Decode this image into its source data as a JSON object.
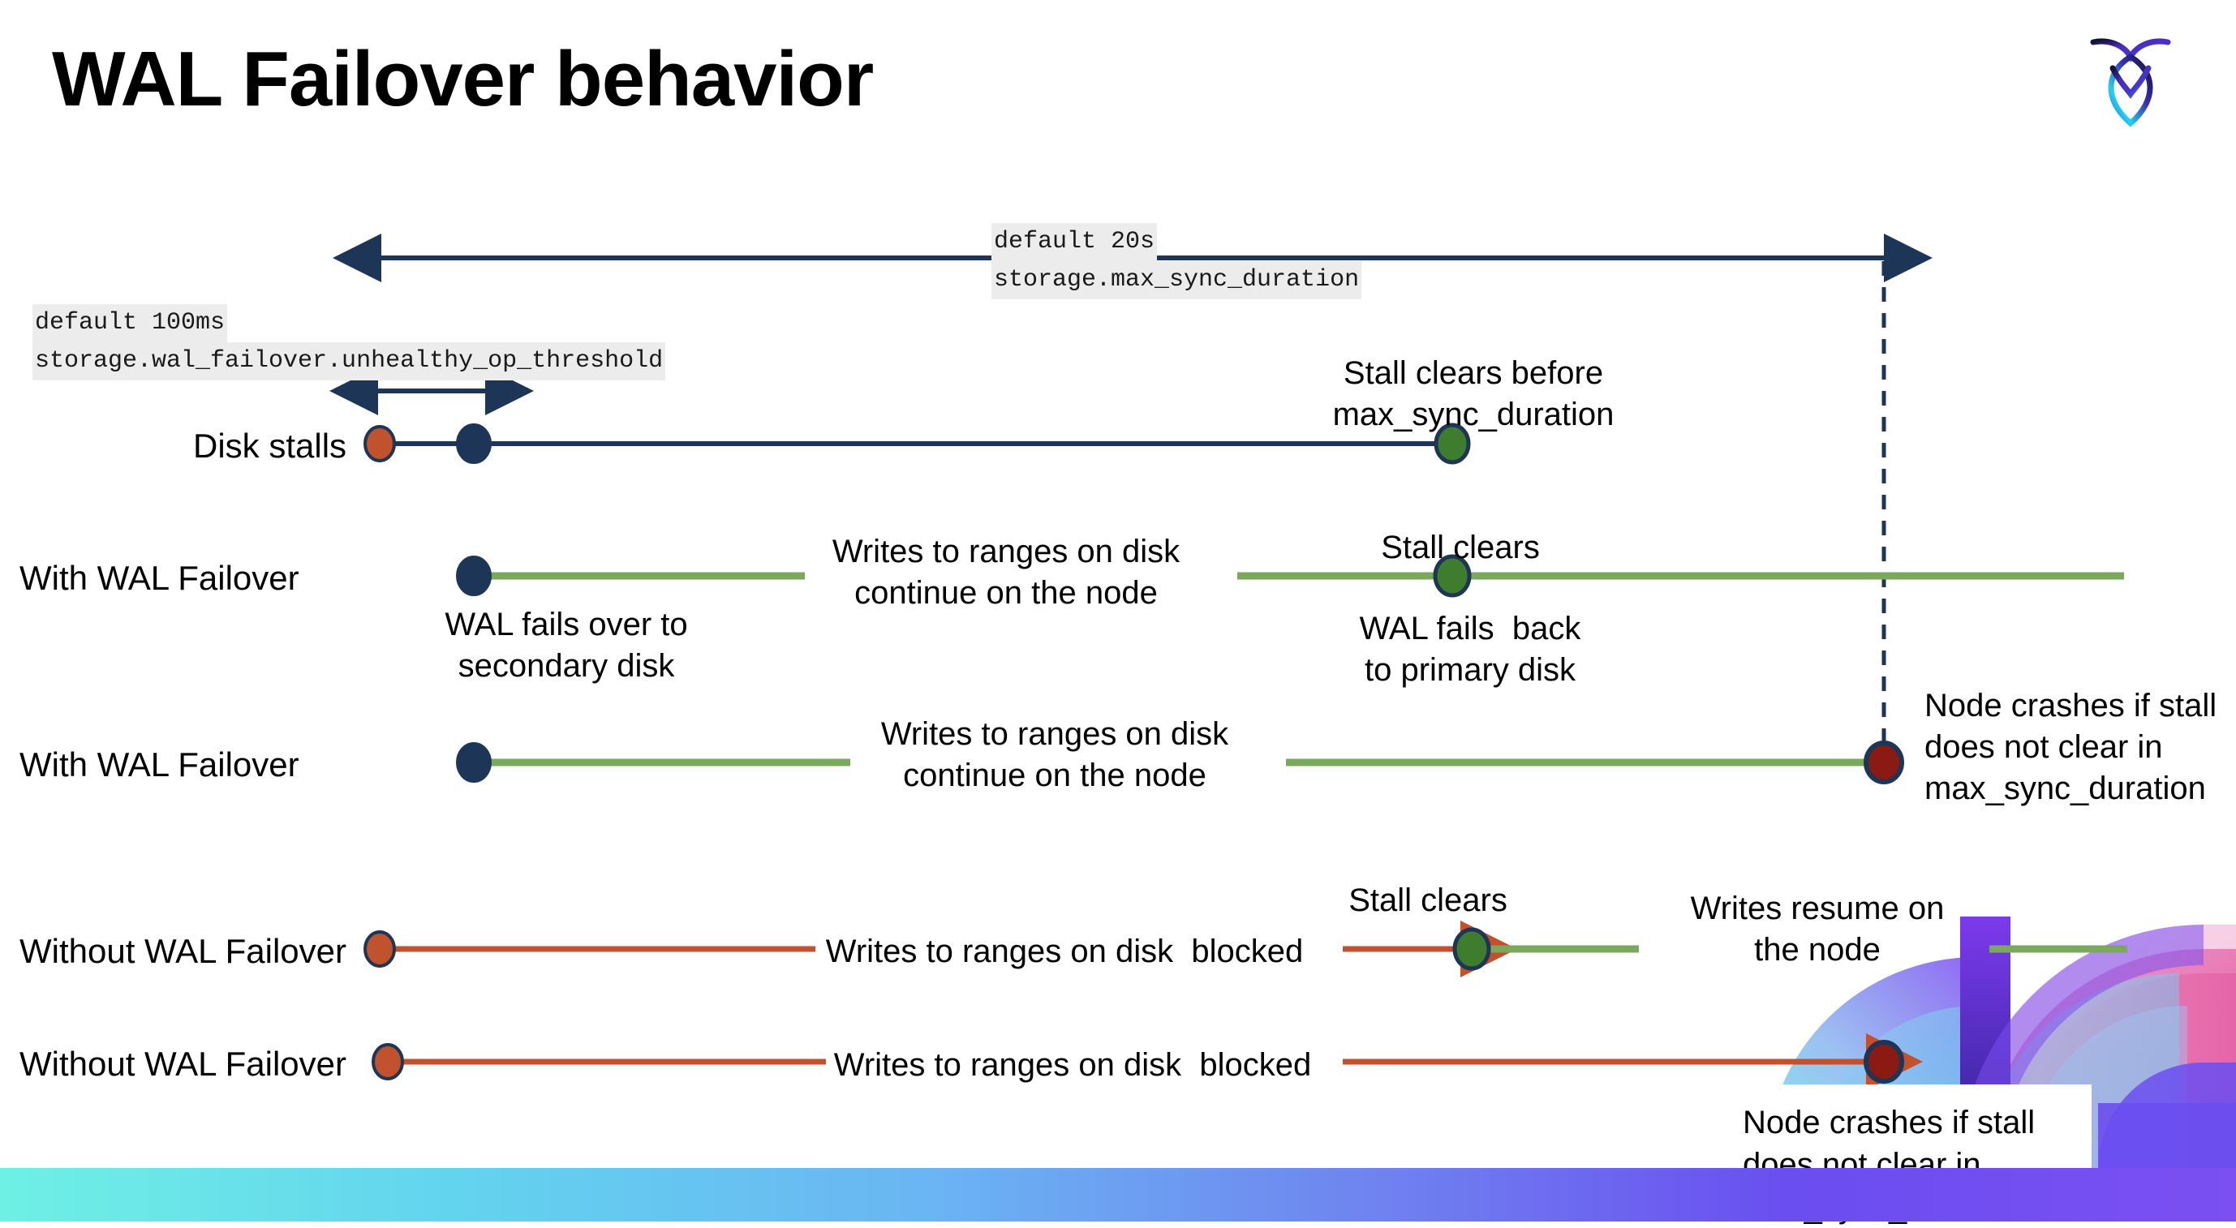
{
  "slide": {
    "title": "WAL Failover behavior",
    "logo_name": "cockroachdb-logo"
  },
  "config_labels": {
    "max_sync_duration": {
      "default": "default 20s",
      "setting": "storage.max_sync_duration"
    },
    "unhealthy_op_threshold": {
      "default": "default 100ms",
      "setting": "storage.wal_failover.unhealthy_op_threshold"
    }
  },
  "rows": [
    {
      "id": "disk-stalls",
      "label": "Disk stalls"
    },
    {
      "id": "with-wal-failover-1",
      "label": "With WAL Failover"
    },
    {
      "id": "with-wal-failover-2",
      "label": "With WAL Failover"
    },
    {
      "id": "without-wal-failover-1",
      "label": "Without WAL Failover"
    },
    {
      "id": "without-wal-failover-2",
      "label": "Without WAL Failover"
    }
  ],
  "annotations": {
    "stall_clears_before": "Stall clears before\nmax_sync_duration",
    "stall_clears_row2": "Stall clears",
    "writes_continue_row2": "Writes to ranges on disk\ncontinue on the node",
    "wal_fails_over": "WAL fails over to\nsecondary disk",
    "wal_fails_back": "WAL fails  back\nto primary disk",
    "writes_continue_row3": "Writes to ranges on disk\ncontinue on the node",
    "node_crashes_row3": "Node crashes if stall\ndoes not clear in\nmax_sync_duration",
    "stall_clears_row4": "Stall clears",
    "writes_blocked_row4": "Writes to ranges on disk  blocked",
    "writes_resume_row4": "Writes resume on\nthe node",
    "writes_blocked_row5": "Writes to ranges on disk  blocked",
    "node_crashes_row5": "Node crashes if stall\ndoes not clear in\nmax_sync_duration"
  },
  "markers": {
    "stall_start_color": "#c0522e",
    "failover_color": "#1d3557",
    "stall_clear_color": "#3f7d2e",
    "crash_color": "#8b1a12",
    "marker_stroke": "#1d3557"
  },
  "lines": {
    "navy": "#1d3557",
    "green": "#7aa95c",
    "orange": "#c5502c",
    "dashed": "#1d3557"
  },
  "bottom_bar_colors": [
    "#6ef0e4",
    "#6ab4f3",
    "#6a4ef0",
    "#7b4ff2"
  ]
}
